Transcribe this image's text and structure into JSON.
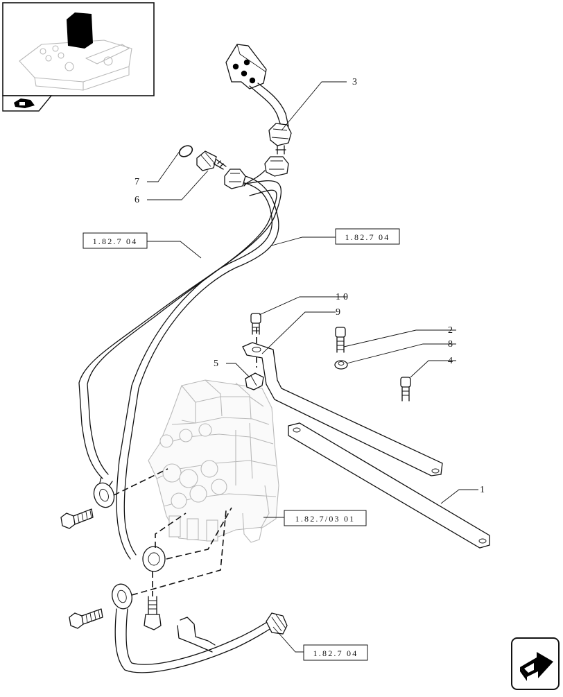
{
  "callouts": {
    "c1": "1",
    "c2": "2",
    "c3": "3",
    "c4": "4",
    "c5": "5",
    "c6": "6",
    "c7": "7",
    "c8": "8",
    "c9": "9",
    "c10": "10"
  },
  "refs": {
    "ref_upper_left": "1.82.7 04",
    "ref_upper_right": "1.82.7 04",
    "ref_valve": "1.82.7/03 01",
    "ref_bottom": "1.82.7 04"
  },
  "icons": {
    "thumbnail": "tractor-hitch-thumbnail-icon",
    "section": "section-tab-icon",
    "next": "next-page-arrow-icon"
  }
}
